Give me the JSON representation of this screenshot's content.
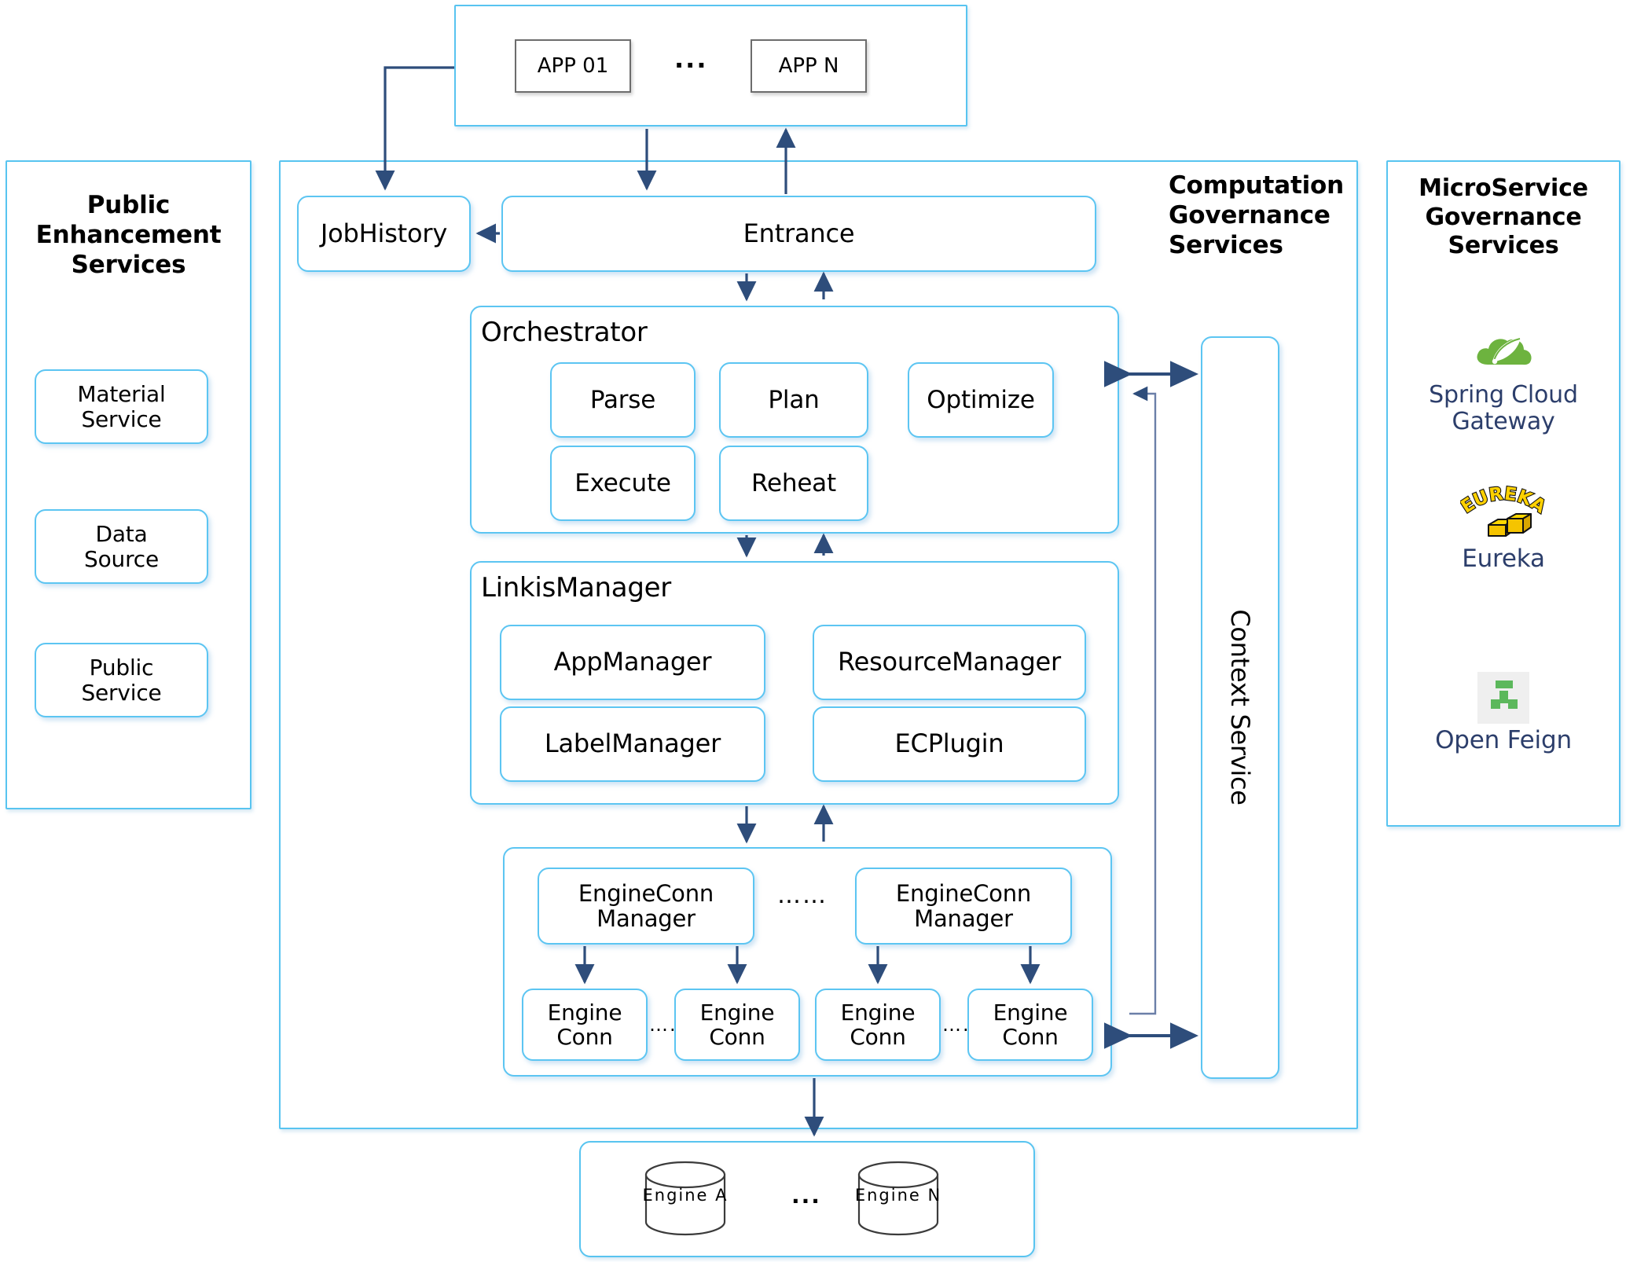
{
  "apps_panel": {
    "apps": [
      {
        "label": "APP 01"
      },
      {
        "label": "APP N"
      }
    ],
    "ellipsis": "..."
  },
  "left_panel": {
    "title": "Public\nEnhancement\nServices",
    "title_lines": [
      "Public",
      "Enhancement",
      "Services"
    ],
    "items": [
      {
        "label": "Material\nService",
        "lines": [
          "Material",
          "Service"
        ]
      },
      {
        "label": "Data\nSource",
        "lines": [
          "Data",
          "Source"
        ]
      },
      {
        "label": "Public\nService",
        "lines": [
          "Public",
          "Service"
        ]
      }
    ]
  },
  "center_panel": {
    "title_lines": [
      "Computation",
      "Governance",
      "Services"
    ],
    "job_history": {
      "label": "JobHistory"
    },
    "entrance": {
      "label": "Entrance"
    },
    "orchestrator": {
      "title": "Orchestrator",
      "items": [
        {
          "label": "Parse"
        },
        {
          "label": "Plan"
        },
        {
          "label": "Optimize"
        },
        {
          "label": "Execute"
        },
        {
          "label": "Reheat"
        }
      ]
    },
    "linkis_manager": {
      "title": "LinkisManager",
      "items": [
        {
          "label": "AppManager"
        },
        {
          "label": "ResourceManager"
        },
        {
          "label": "LabelManager"
        },
        {
          "label": "ECPlugin"
        }
      ]
    },
    "engine_area": {
      "managers": [
        {
          "lines": [
            "EngineConn",
            "Manager"
          ]
        },
        {
          "lines": [
            "EngineConn",
            "Manager"
          ]
        }
      ],
      "manager_ellipsis": "……",
      "conns": [
        {
          "lines": [
            "Engine",
            "Conn"
          ]
        },
        {
          "lines": [
            "Engine",
            "Conn"
          ]
        },
        {
          "lines": [
            "Engine",
            "Conn"
          ]
        },
        {
          "lines": [
            "Engine",
            "Conn"
          ]
        }
      ],
      "conn_ellipsis_left": "…..",
      "conn_ellipsis_right": "…..",
      "engine_ellipsis_mid": ""
    },
    "context_service": {
      "label": "Context Service"
    }
  },
  "engines_panel": {
    "engines": [
      {
        "label": "Engine A"
      },
      {
        "label": "Engine N"
      }
    ],
    "ellipsis": "..."
  },
  "right_panel": {
    "title_lines": [
      "MicroService",
      "Governance",
      "Services"
    ],
    "items": [
      {
        "label": "Spring Cloud\nGateway",
        "icon": "spring-cloud-leaf-icon"
      },
      {
        "label": "Eureka",
        "icon": "eureka-gold-bars-icon"
      },
      {
        "label": "Open Feign",
        "icon": "open-feign-icon"
      }
    ]
  },
  "colors": {
    "panel_border": "#58c4f0",
    "node_border": "#5cc5f2",
    "arrow": "#2e4d7b",
    "app_border": "#6d6d6d",
    "logo_text": "#2c3e6b",
    "spring_green": "#6db33f",
    "feign_green": "#5cb85c",
    "eureka_gold": "#ffd700",
    "cylinder_stroke": "#3b3b3b",
    "background": "#ffffff"
  }
}
